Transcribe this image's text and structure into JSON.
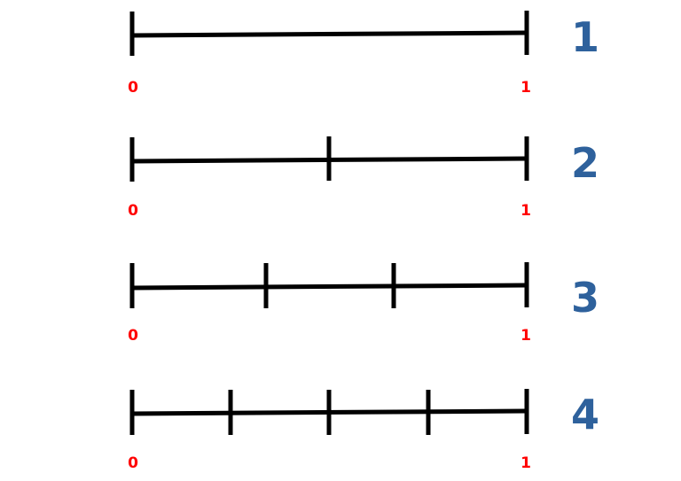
{
  "colors": {
    "line": "#000000",
    "end_labels": "#ff0000",
    "row_numbers": "#2e619c",
    "background": "#ffffff"
  },
  "number_lines": [
    {
      "row_label": "1",
      "parts": 1,
      "start_label": "0",
      "end_label": "1"
    },
    {
      "row_label": "2",
      "parts": 2,
      "start_label": "0",
      "end_label": "1"
    },
    {
      "row_label": "3",
      "parts": 3,
      "start_label": "0",
      "end_label": "1"
    },
    {
      "row_label": "4",
      "parts": 4,
      "start_label": "0",
      "end_label": "1"
    }
  ]
}
